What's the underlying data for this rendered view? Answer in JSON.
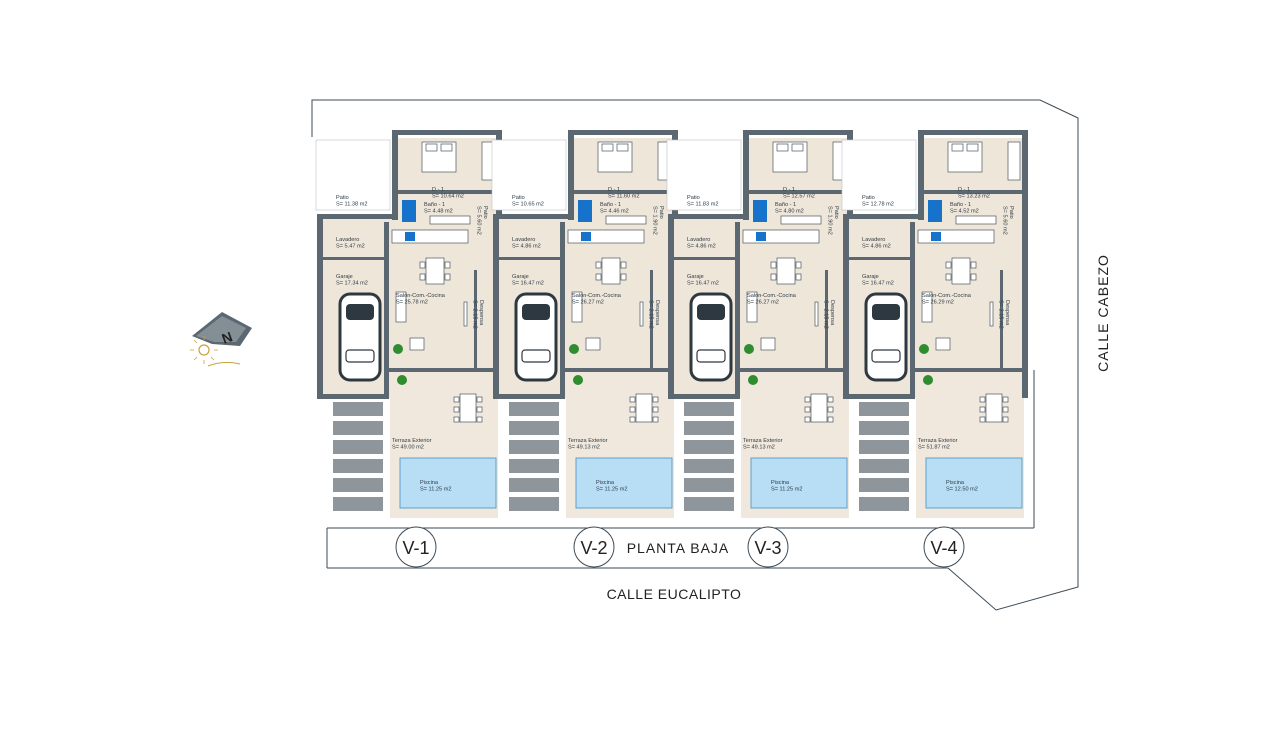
{
  "plan": {
    "title": "PLANTA BAJA",
    "streets": {
      "bottom": "CALLE EUCALIPTO",
      "right": "CALLE CABEZO"
    },
    "north_label": "N",
    "colors": {
      "wall": "#5b6872",
      "floor": "#efe6da",
      "pool": "#b8def5",
      "fixture_blue": "#1673c9",
      "plant": "#2f8c2f"
    },
    "villas": [
      {
        "id": "V-1",
        "rooms": {
          "patio": [
            "Patio",
            "S= 11.38 m2"
          ],
          "dormitorio": [
            "D - 1",
            "S= 10.64 m2"
          ],
          "bano": [
            "Baño - 1",
            "S= 4.48 m2"
          ],
          "patio_small": [
            "Patio",
            "S= 5.60 m2"
          ],
          "lavadero": [
            "Lavadero",
            "S= 5.47 m2"
          ],
          "garaje": [
            "Garaje",
            "S= 17.34 m2"
          ],
          "salon": [
            "Salón-Com.-Cocina",
            "S= 25.78 m2"
          ],
          "despensa": [
            "Despensa",
            "S= 2.15 m2"
          ],
          "terraza": [
            "Terraza Exterior",
            "S= 49.00 m2"
          ],
          "piscina": [
            "Piscina",
            "S= 11.25 m2"
          ]
        }
      },
      {
        "id": "V-2",
        "rooms": {
          "patio": [
            "Patio",
            "S= 10.65 m2"
          ],
          "dormitorio": [
            "D - 1",
            "S= 11.60 m2"
          ],
          "bano": [
            "Baño - 1",
            "S= 4.46 m2"
          ],
          "patio_small": [
            "Patio",
            "S= 1.90 m2"
          ],
          "lavadero": [
            "Lavadero",
            "S= 4.86 m2"
          ],
          "garaje": [
            "Garaje",
            "S= 16.47 m2"
          ],
          "salon": [
            "Salón-Com.-Cocina",
            "S= 26.27 m2"
          ],
          "despensa": [
            "Despensa",
            "S= 2.15 m2"
          ],
          "terraza": [
            "Terraza Exterior",
            "S= 49.13 m2"
          ],
          "piscina": [
            "Piscina",
            "S= 11.25 m2"
          ]
        }
      },
      {
        "id": "V-3",
        "rooms": {
          "patio": [
            "Patio",
            "S= 11.83 m2"
          ],
          "dormitorio": [
            "D - 1",
            "S= 12.57 m2"
          ],
          "bano": [
            "Baño - 1",
            "S= 4.80 m2"
          ],
          "patio_small": [
            "Patio",
            "S= 1.90 m2"
          ],
          "lavadero": [
            "Lavadero",
            "S= 4.86 m2"
          ],
          "garaje": [
            "Garaje",
            "S= 16.47 m2"
          ],
          "salon": [
            "Salón-Com.-Cocina",
            "S= 26.27 m2"
          ],
          "despensa": [
            "Despensa",
            "S= 2.15 m2"
          ],
          "terraza": [
            "Terraza Exterior",
            "S= 49.13 m2"
          ],
          "piscina": [
            "Piscina",
            "S= 11.25 m2"
          ]
        }
      },
      {
        "id": "V-4",
        "rooms": {
          "patio": [
            "Patio",
            "S= 12.78 m2"
          ],
          "dormitorio": [
            "D - 1",
            "S= 13.23 m2"
          ],
          "bano": [
            "Baño - 1",
            "S= 4.52 m2"
          ],
          "patio_small": [
            "Patio",
            "S= 5.60 m2"
          ],
          "lavadero": [
            "Lavadero",
            "S= 4.86 m2"
          ],
          "garaje": [
            "Garaje",
            "S= 16.47 m2"
          ],
          "salon": [
            "Salón-Com.-Cocina",
            "S= 26.29 m2"
          ],
          "despensa": [
            "Despensa",
            "S= 2.15 m2"
          ],
          "terraza": [
            "Terraza Exterior",
            "S= 51.87 m2"
          ],
          "piscina": [
            "Piscina",
            "S= 12.50 m2"
          ]
        }
      }
    ]
  }
}
